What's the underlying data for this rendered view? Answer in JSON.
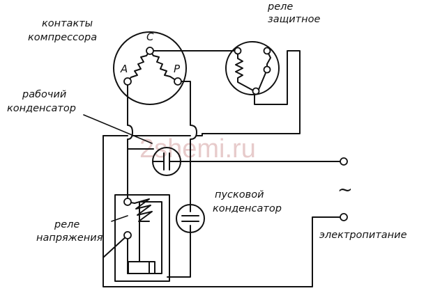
{
  "labels": {
    "compressor_contacts": [
      "контакты",
      "компрессора"
    ],
    "protective_relay": [
      "реле",
      "защитное"
    ],
    "run_capacitor": [
      "рабочий",
      "конденсатор"
    ],
    "start_capacitor": [
      "пусковой",
      "конденсатор"
    ],
    "voltage_relay": [
      "реле",
      "напряжения"
    ],
    "power_supply": "электропитание",
    "ac_symbol": "~"
  },
  "pins": {
    "common": "C",
    "start": "A",
    "run": "P"
  },
  "watermark": "2shemi.ru"
}
